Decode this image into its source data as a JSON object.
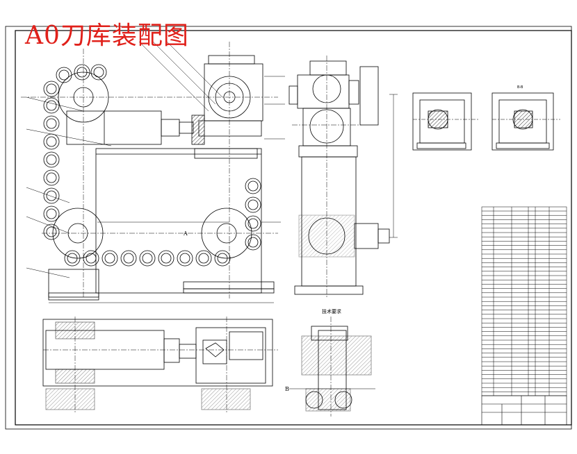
{
  "drawing": {
    "title": "A0刀库装配图",
    "tech_requirements_title": "技术要求",
    "view_labels": {
      "section_a": "A",
      "section_b": "B",
      "view_bb": "B-B"
    }
  },
  "colors": {
    "title_red": "#e0201a",
    "line": "#000000",
    "hatch": "#222222",
    "background": "#ffffff"
  }
}
